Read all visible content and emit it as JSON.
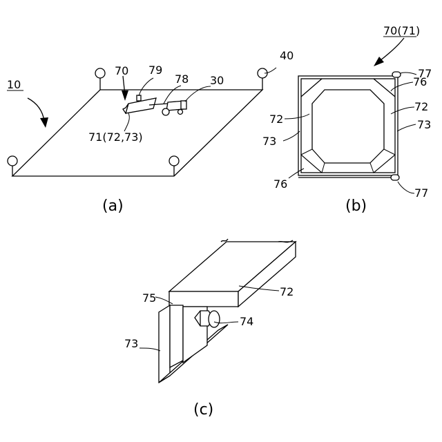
{
  "figure": {
    "panel_a": {
      "caption": "(a)",
      "labels": {
        "ref_10": "10",
        "ref_40": "40",
        "ref_70": "70",
        "ref_79": "79",
        "ref_78": "78",
        "ref_30": "30",
        "ref_71": "71(72,73)"
      }
    },
    "panel_b": {
      "caption": "(b)",
      "labels": {
        "ref_70_71": "70(71)",
        "ref_77_top": "77",
        "ref_76_top": "76",
        "ref_72_right": "72",
        "ref_73_right": "73",
        "ref_72_left": "72",
        "ref_73_left": "73",
        "ref_76_bottom": "76",
        "ref_77_bottom": "77"
      }
    },
    "panel_c": {
      "caption": "(c)",
      "labels": {
        "ref_75": "75",
        "ref_72": "72",
        "ref_74": "74",
        "ref_73": "73"
      }
    }
  }
}
